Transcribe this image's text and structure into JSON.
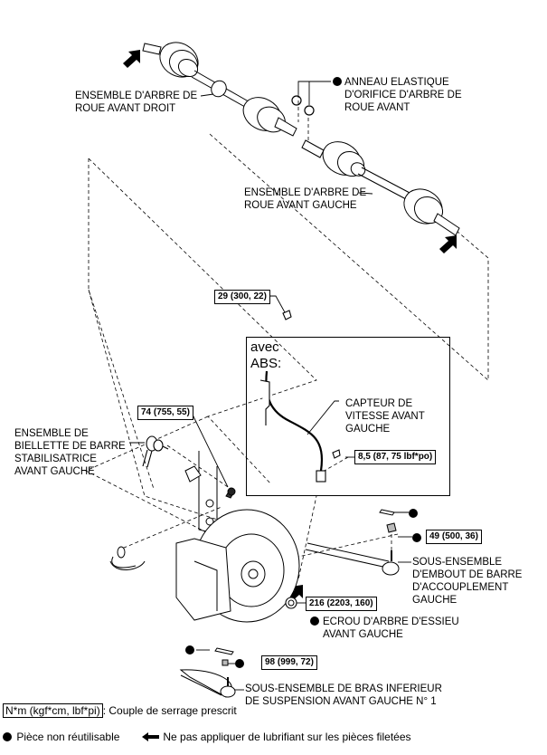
{
  "labels": {
    "right_shaft": "ENSEMBLE D'ARBRE DE\nROUE AVANT DROIT",
    "snap_ring": "ANNEAU ELASTIQUE\nD'ORIFICE D'ARBRE DE\nROUE AVANT",
    "left_shaft": "ENSEMBLE D'ARBRE DE\nROUE AVANT GAUCHE",
    "abs_title": "avec\nABS:",
    "speed_sensor": "CAPTEUR DE\nVITESSE AVANT\nGAUCHE",
    "stabilizer_link": "ENSEMBLE DE\nBIELLETTE DE BARRE\nSTABILISATRICE\nAVANT GAUCHE",
    "tie_rod_end": "SOUS-ENSEMBLE\nD'EMBOUT DE BARRE\nD'ACCOUPLEMENT\nGAUCHE",
    "axle_nut": "ECROU D'ARBRE D'ESSIEU\nAVANT GAUCHE",
    "lower_arm": "SOUS-ENSEMBLE DE BRAS INFERIEUR\nDE SUSPENSION AVANT GAUCHE N° 1"
  },
  "torque_specs": {
    "bolt_top": "29 (300, 22)",
    "sensor_bolt": "8,5 (87, 75 lbf*po)",
    "stab_nut": "74 (755, 55)",
    "tie_rod_nut": "49 (500, 36)",
    "axle_nut": "216 (2203, 160)",
    "lower_arm_nut": "98 (999, 72)"
  },
  "legend": {
    "torque_unit": "N*m (kgf*cm, lbf*pi)",
    "torque_desc": ": Couple de serrage prescrit",
    "non_reusable": "Pièce non réutilisable",
    "no_lubricant": "Ne pas appliquer de lubrifiant sur les pièces filetées"
  },
  "icons": {
    "non_reusable": "filled-circle-icon",
    "no_lubricant": "arrow-icon"
  }
}
